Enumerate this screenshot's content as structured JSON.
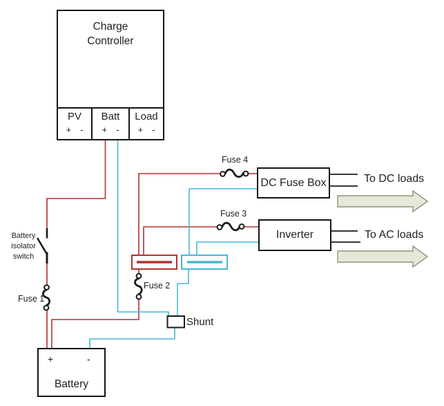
{
  "colors": {
    "wire_positive": "#b03230",
    "wire_negative": "#47b7d8",
    "line_black": "#1b1b1b",
    "arrow_fill": "#e6e8d7",
    "arrow_stroke": "#8e9279"
  },
  "charge_controller": {
    "title_line1": "Charge",
    "title_line2": "Controller",
    "terminals": [
      {
        "label": "PV",
        "plus": "+",
        "minus": "-"
      },
      {
        "label": "Batt",
        "plus": "+",
        "minus": "-"
      },
      {
        "label": "Load",
        "plus": "+",
        "minus": "-"
      }
    ]
  },
  "components": {
    "dc_fuse_box": {
      "label": "DC Fuse Box"
    },
    "inverter": {
      "label": "Inverter"
    },
    "shunt": {
      "label": "Shunt"
    },
    "battery": {
      "label": "Battery",
      "plus": "+",
      "minus": "-"
    },
    "isolator_switch": {
      "label_lines": [
        "Battery",
        "isolator",
        "switch"
      ]
    }
  },
  "fuses": {
    "fuse1": {
      "label": "Fuse 1"
    },
    "fuse2": {
      "label": "Fuse 2"
    },
    "fuse3": {
      "label": "Fuse 3"
    },
    "fuse4": {
      "label": "Fuse 4"
    }
  },
  "outputs": {
    "dc_loads": {
      "label": "To DC loads"
    },
    "ac_loads": {
      "label": "To AC loads"
    }
  }
}
